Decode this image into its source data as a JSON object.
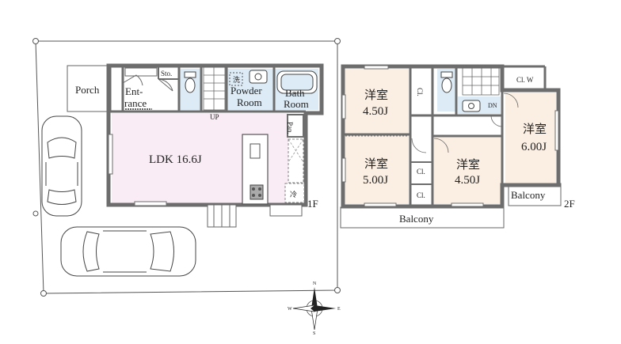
{
  "floor1": {
    "porch": "Porch",
    "entrance_line1": "Ent-",
    "entrance_line2": "rance",
    "storage": "Sto.",
    "powder_line1": "Powder",
    "powder_line2": "Room",
    "washer": "洗",
    "bath_line1": "Bath",
    "bath_line2": "Room",
    "pantry": "Pan.",
    "fridge": "冷",
    "ldk": "LDK 16.6J",
    "stairs_up": "UP",
    "floor_label": "1F"
  },
  "floor2": {
    "room_nw_name": "洋室",
    "room_nw_size": "4.50J",
    "room_sw_name": "洋室",
    "room_sw_size": "5.00J",
    "room_mid_name": "洋室",
    "room_mid_size": "4.50J",
    "room_e_name": "洋室",
    "room_e_size": "6.00J",
    "closet": "Cl.",
    "walkin_closet": "Cl. W",
    "stairs_down": "DN",
    "balcony_south": "Balcony",
    "balcony_east": "Balcony",
    "floor_label": "2F"
  },
  "compass": {
    "north": "N",
    "south": "S",
    "east": "E",
    "west": "W"
  },
  "colors": {
    "wall": "#6d6d6d",
    "ldk_fill": "#f9ecf4",
    "wet_fill": "#dcebf6",
    "room_fill": "#fbeee2",
    "line": "#555555"
  }
}
